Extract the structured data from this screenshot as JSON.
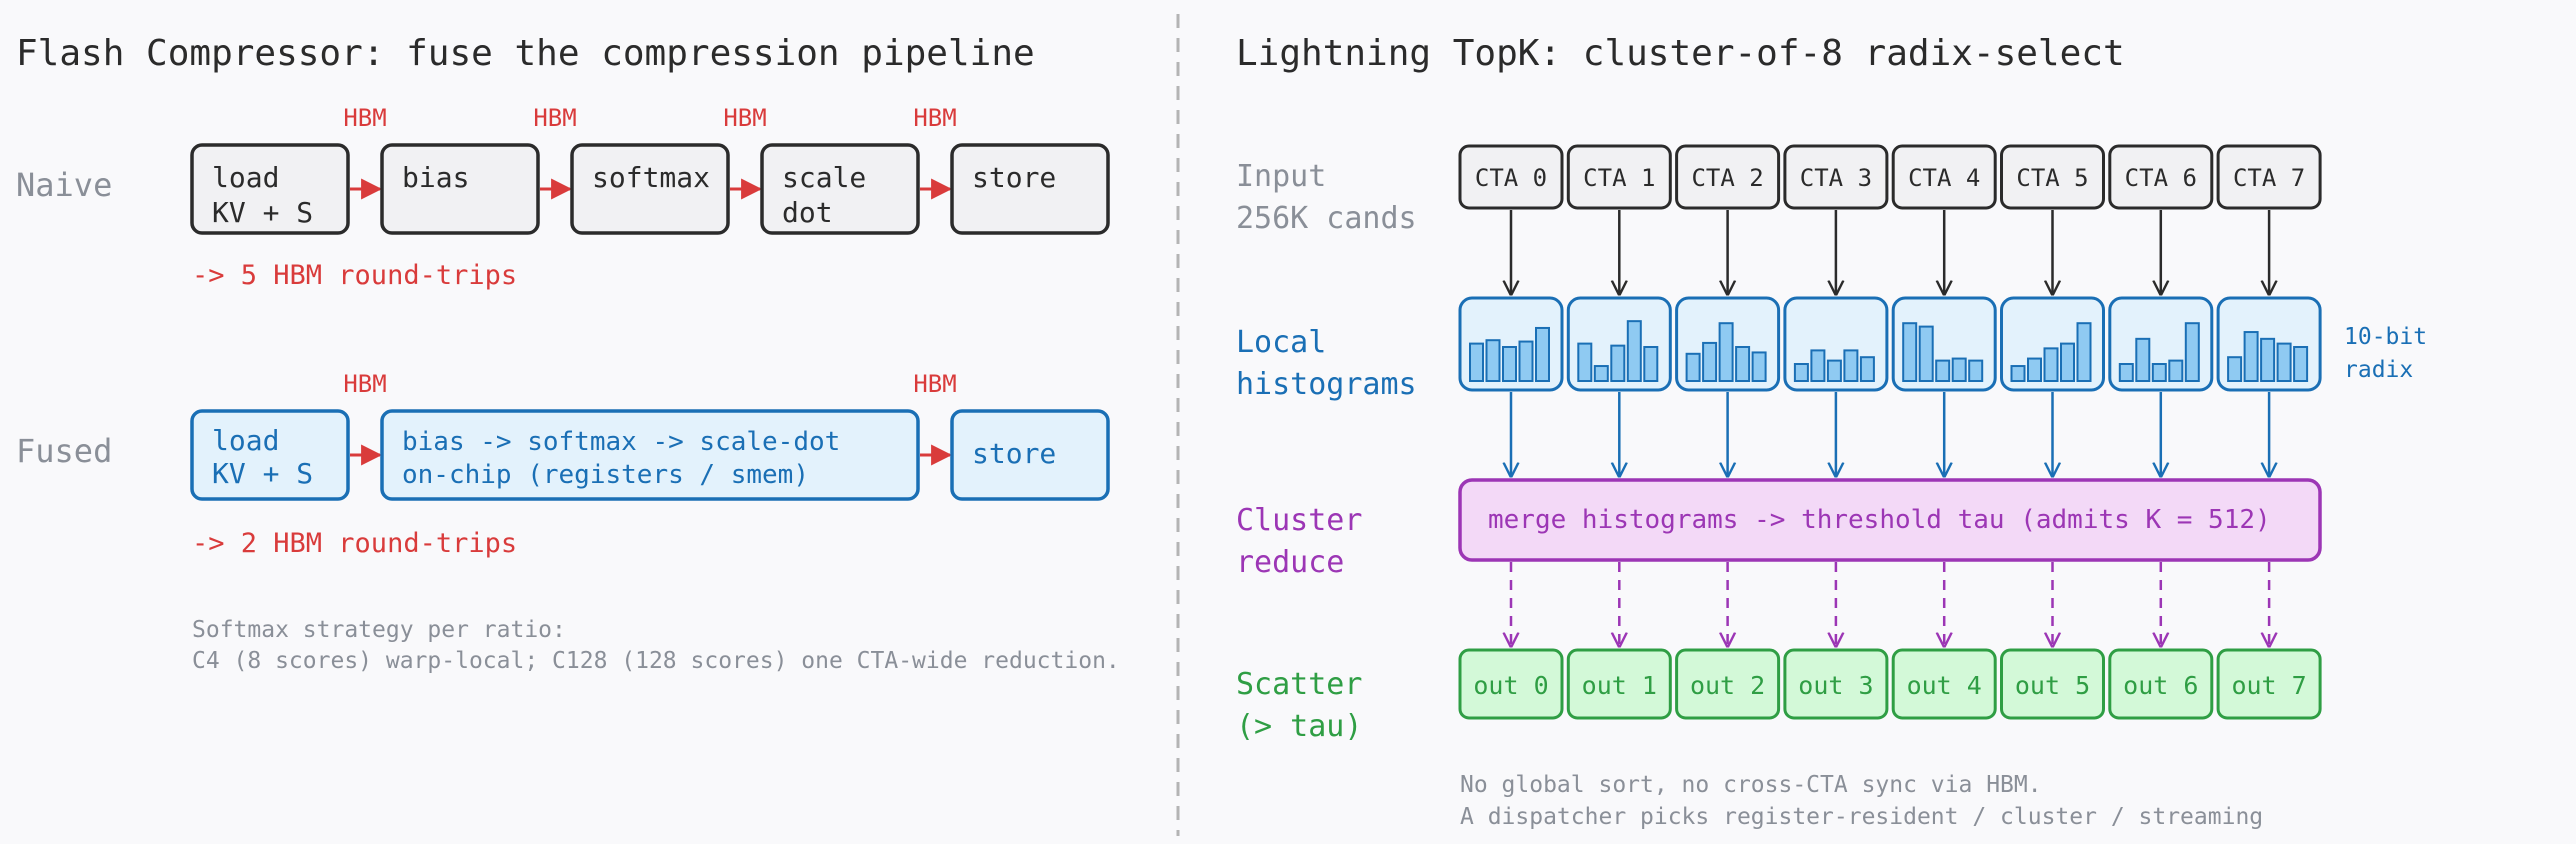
{
  "colors": {
    "background": "#f9f9fb",
    "ink": "#2b2b2b",
    "gray_text": "#8a8f98",
    "red": "#d93b3b",
    "blue": "#1a6fb5",
    "blue_fill": "#e3f2fc",
    "blue_bar": "#8fcaf2",
    "gray_fill": "#f1f1f3",
    "purple": "#9c36b5",
    "purple_fill": "#f3d9f7",
    "green": "#2f9e44",
    "green_fill": "#d3f9d8",
    "divider": "#b4b4b4"
  },
  "left": {
    "title": "Flash Compressor: fuse the compression pipeline",
    "naive": {
      "label": "Naive",
      "stages": [
        [
          "load",
          "KV + S"
        ],
        [
          "bias"
        ],
        [
          "softmax"
        ],
        [
          "scale",
          "dot"
        ],
        [
          "store"
        ]
      ],
      "hbm_tag": "HBM",
      "note": "-> 5 HBM round-trips"
    },
    "fused": {
      "label": "Fused",
      "stages": [
        [
          "load",
          "KV + S"
        ],
        [
          "bias -> softmax -> scale-dot",
          "on-chip (registers / smem)"
        ],
        [
          "store"
        ]
      ],
      "hbm_tag": "HBM",
      "note": "-> 2 HBM round-trips"
    },
    "footnote": [
      "Softmax strategy per ratio:",
      "C4 (8 scores) warp-local;  C128 (128 scores) one CTA-wide reduction."
    ]
  },
  "right": {
    "title": "Lightning TopK: cluster-of-8 radix-select",
    "rows": {
      "input": [
        "Input",
        "256K cands"
      ],
      "local": [
        "Local",
        "histograms"
      ],
      "cluster": [
        "Cluster",
        "reduce"
      ],
      "scatter": [
        "Scatter",
        "(> tau)"
      ]
    },
    "ctas": [
      "CTA 0",
      "CTA 1",
      "CTA 2",
      "CTA 3",
      "CTA 4",
      "CTA 5",
      "CTA 6",
      "CTA 7"
    ],
    "histograms": [
      [
        0.55,
        0.6,
        0.5,
        0.58,
        0.78
      ],
      [
        0.55,
        0.22,
        0.52,
        0.88,
        0.5
      ],
      [
        0.4,
        0.56,
        0.85,
        0.5,
        0.42
      ],
      [
        0.25,
        0.45,
        0.3,
        0.45,
        0.35
      ],
      [
        0.85,
        0.8,
        0.3,
        0.33,
        0.3
      ],
      [
        0.22,
        0.33,
        0.48,
        0.55,
        0.85
      ],
      [
        0.25,
        0.62,
        0.25,
        0.3,
        0.85
      ],
      [
        0.35,
        0.72,
        0.62,
        0.55,
        0.5
      ]
    ],
    "radix_note": [
      "10-bit",
      "radix"
    ],
    "merge_text": "merge histograms  ->  threshold tau  (admits K = 512)",
    "outs": [
      "out 0",
      "out 1",
      "out 2",
      "out 3",
      "out 4",
      "out 5",
      "out 6",
      "out 7"
    ],
    "footnote": [
      "No global sort, no cross-CTA sync via HBM.",
      "A dispatcher picks register-resident / cluster / streaming"
    ]
  }
}
